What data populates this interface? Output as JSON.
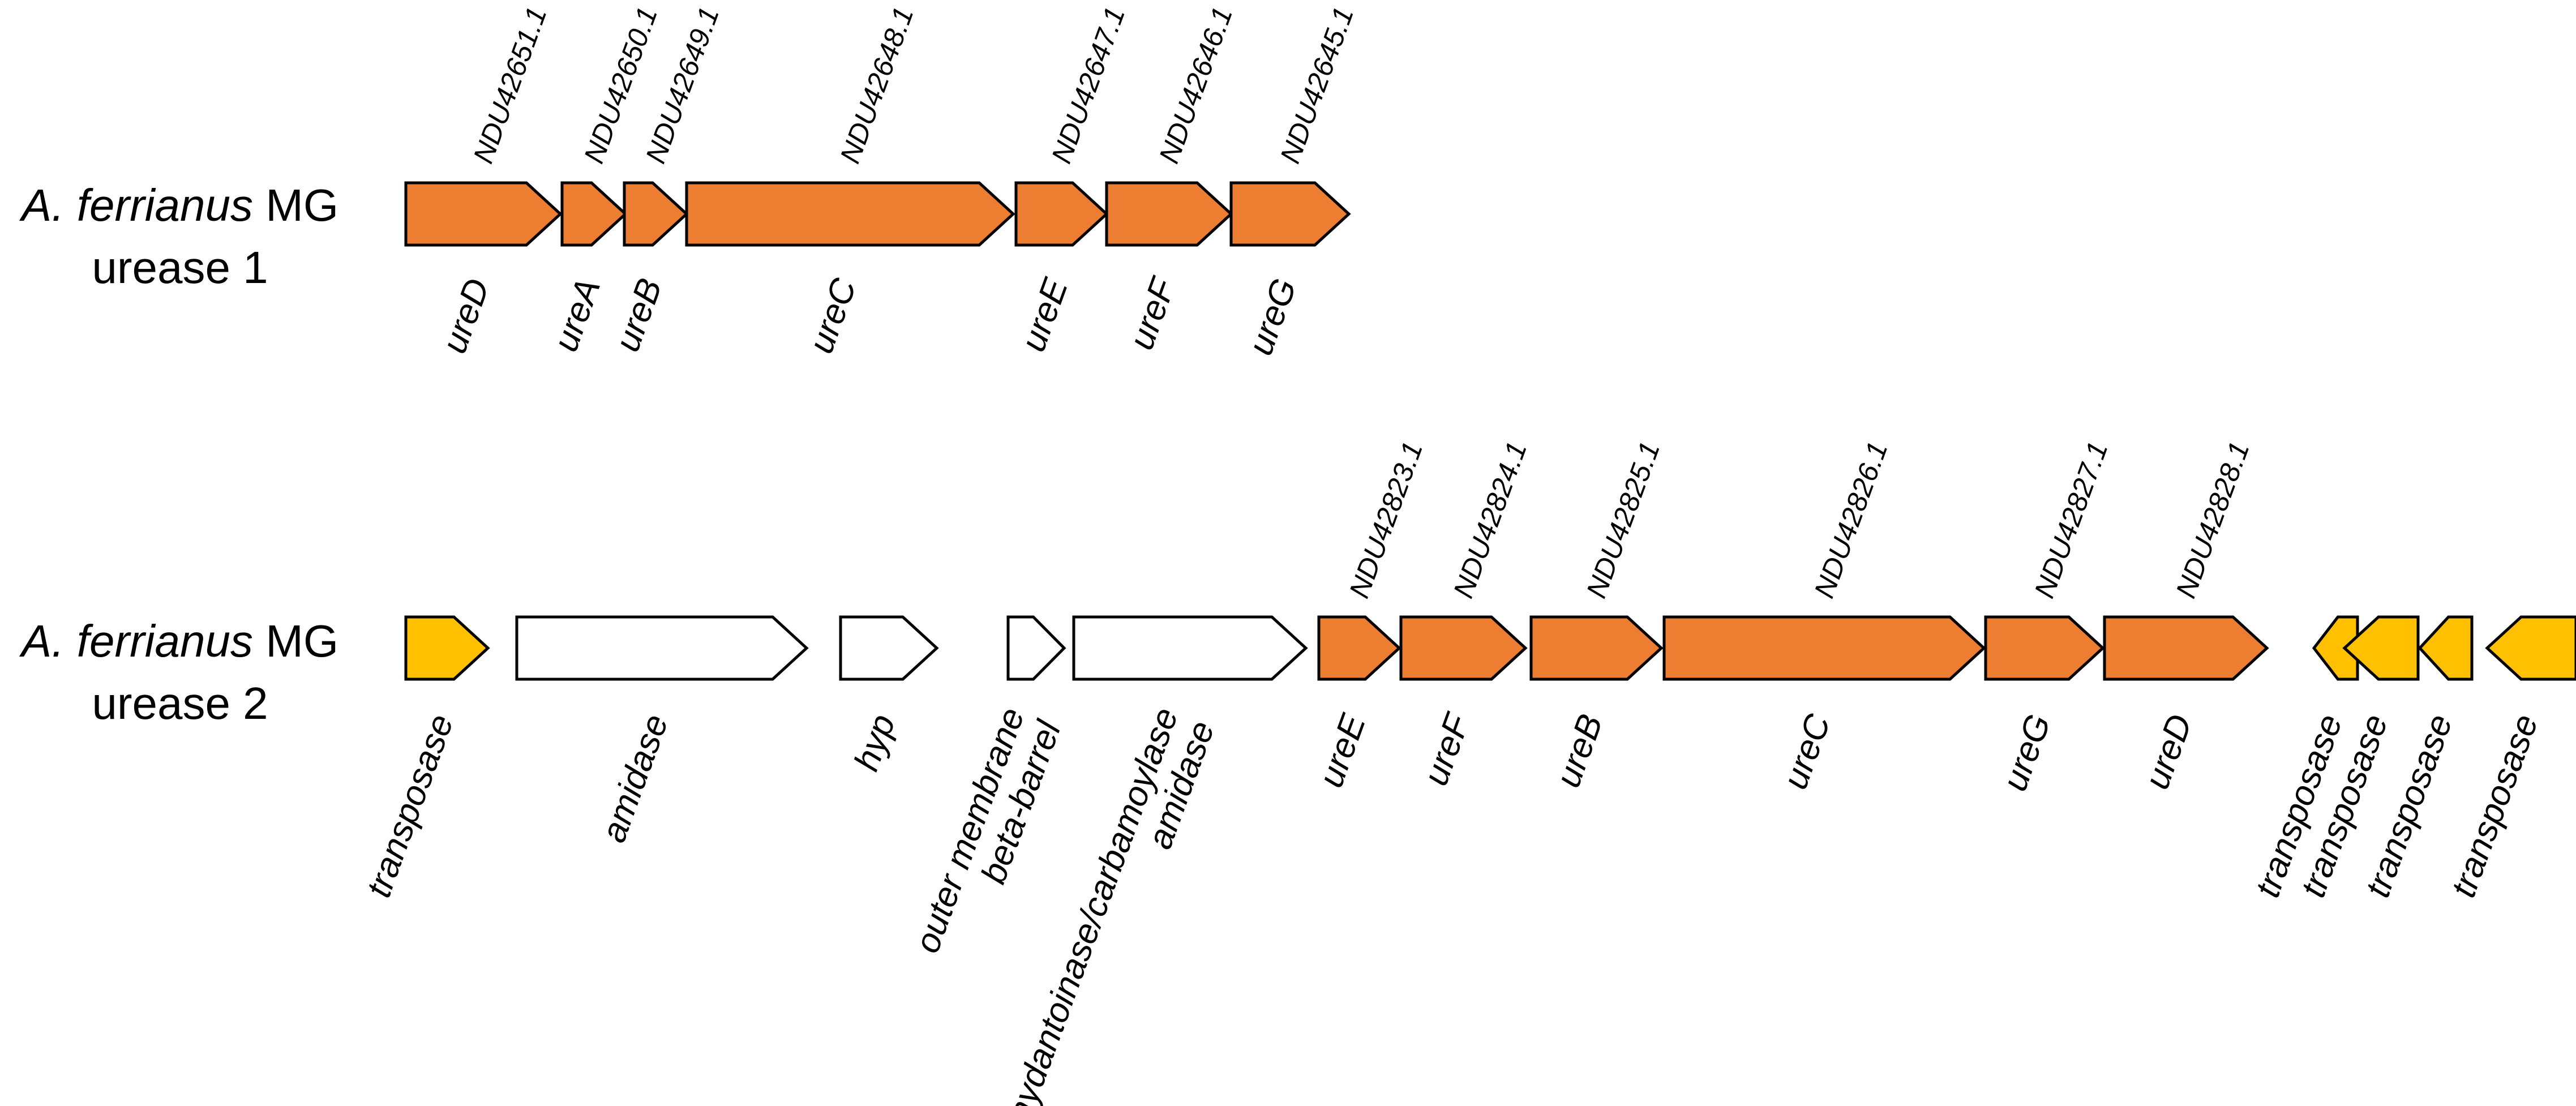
{
  "colors": {
    "urease": "#ED7D31",
    "transposase": "#FFC000",
    "other": "#FFFFFF",
    "outline": "#000000"
  },
  "clusters": [
    {
      "organism": "A. ferrianus",
      "suffix": " MG",
      "name": "urease 1",
      "genes": [
        {
          "label": "ureD",
          "accession": "NDU42651.1",
          "category": "urease",
          "direction": "forward"
        },
        {
          "label": "ureA",
          "accession": "NDU42650.1",
          "category": "urease",
          "direction": "forward"
        },
        {
          "label": "ureB",
          "accession": "NDU42649.1",
          "category": "urease",
          "direction": "forward"
        },
        {
          "label": "ureC",
          "accession": "NDU42648.1",
          "category": "urease",
          "direction": "forward"
        },
        {
          "label": "ureE",
          "accession": "NDU42647.1",
          "category": "urease",
          "direction": "forward"
        },
        {
          "label": "ureF",
          "accession": "NDU42646.1",
          "category": "urease",
          "direction": "forward"
        },
        {
          "label": "ureG",
          "accession": "NDU42645.1",
          "category": "urease",
          "direction": "forward"
        }
      ]
    },
    {
      "organism": "A. ferrianus",
      "suffix": " MG",
      "name": "urease 2",
      "genes": [
        {
          "label": "transposase",
          "accession": "",
          "category": "transposase",
          "direction": "forward"
        },
        {
          "label": "amidase",
          "accession": "",
          "category": "other",
          "direction": "forward"
        },
        {
          "label": "hyp",
          "accession": "",
          "category": "other",
          "direction": "forward"
        },
        {
          "label": "outer membrane\nbeta-barrel",
          "accession": "",
          "category": "other",
          "direction": "forward"
        },
        {
          "label": "hydantoinase/carbamoylase\namidase",
          "accession": "",
          "category": "other",
          "direction": "forward"
        },
        {
          "label": "ureE",
          "accession": "NDU42823.1",
          "category": "urease",
          "direction": "forward"
        },
        {
          "label": "ureF",
          "accession": "NDU42824.1",
          "category": "urease",
          "direction": "forward"
        },
        {
          "label": "ureB",
          "accession": "NDU42825.1",
          "category": "urease",
          "direction": "forward"
        },
        {
          "label": "ureC",
          "accession": "NDU42826.1",
          "category": "urease",
          "direction": "forward"
        },
        {
          "label": "ureG",
          "accession": "NDU42827.1",
          "category": "urease",
          "direction": "forward"
        },
        {
          "label": "ureD",
          "accession": "NDU42828.1",
          "category": "urease",
          "direction": "forward"
        },
        {
          "label": "transposase",
          "accession": "",
          "category": "transposase",
          "direction": "reverse"
        },
        {
          "label": "transposase",
          "accession": "",
          "category": "transposase",
          "direction": "reverse"
        },
        {
          "label": "transposase",
          "accession": "",
          "category": "transposase",
          "direction": "reverse"
        },
        {
          "label": "transposase",
          "accession": "",
          "category": "transposase",
          "direction": "reverse"
        }
      ]
    }
  ]
}
